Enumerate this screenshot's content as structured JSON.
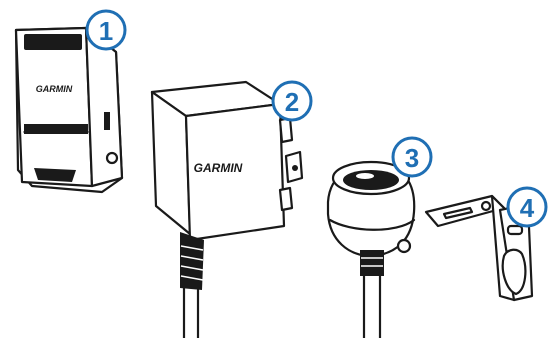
{
  "callouts": [
    "1",
    "2",
    "3",
    "4"
  ],
  "brand_text": "GARMIN",
  "colors": {
    "callout": "#1f6fb4",
    "outline": "#1a1a1a",
    "background": "#ffffff"
  },
  "icons": [
    "device-mount",
    "power-adapter",
    "camera",
    "mounting-bracket"
  ]
}
